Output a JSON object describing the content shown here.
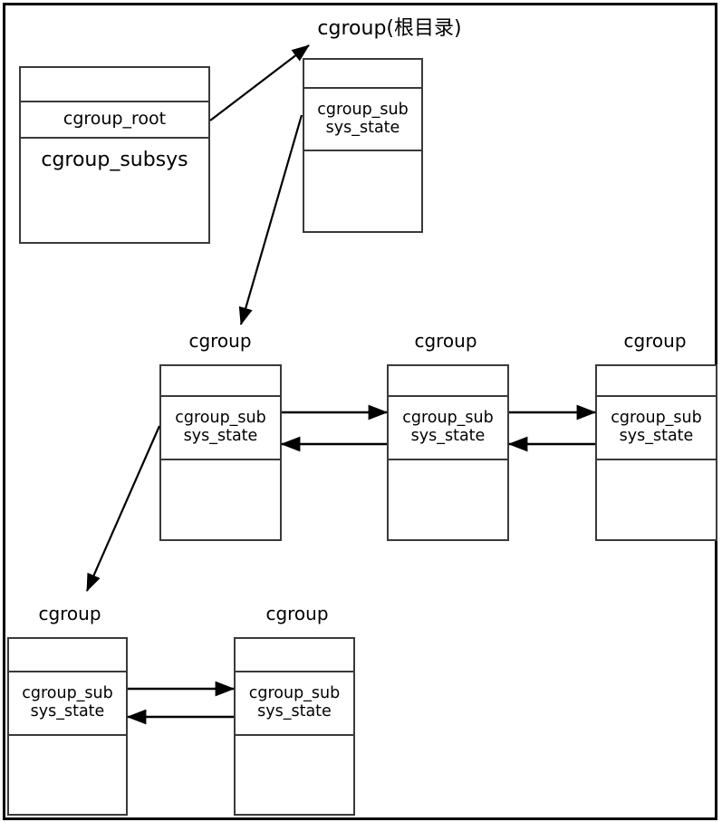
{
  "diagram": {
    "title": "cgroup(根目录)",
    "node_label": "cgroup",
    "stroke_color": "#000000",
    "box_border_color": "#3a3a3a",
    "background": "#ffffff",
    "root_struct": {
      "caption": "",
      "rows": [
        {
          "text": "",
          "empty": true
        },
        {
          "text": "cgroup_root",
          "size": "mid"
        },
        {
          "text": "cgroup_subsys",
          "size": "big"
        },
        {
          "text": "",
          "empty": true
        }
      ]
    },
    "cgroup_cell_text": "cgroup_sub\nsys_state",
    "nodes": [
      {
        "id": "root-cgroup",
        "caption": "cgroup(根目录)",
        "rows": [
          {
            "text": "",
            "empty": true
          },
          {
            "text": "cgroup_sub\nsys_state",
            "size": "small"
          },
          {
            "text": "",
            "empty": true
          }
        ]
      },
      {
        "id": "mid-cgroup-1",
        "caption": "cgroup",
        "rows": [
          {
            "text": "",
            "empty": true
          },
          {
            "text": "cgroup_sub\nsys_state",
            "size": "small"
          },
          {
            "text": "",
            "empty": true
          }
        ]
      },
      {
        "id": "mid-cgroup-2",
        "caption": "cgroup",
        "rows": [
          {
            "text": "",
            "empty": true
          },
          {
            "text": "cgroup_sub\nsys_state",
            "size": "small"
          },
          {
            "text": "",
            "empty": true
          }
        ]
      },
      {
        "id": "mid-cgroup-3",
        "caption": "cgroup",
        "rows": [
          {
            "text": "",
            "empty": true
          },
          {
            "text": "cgroup_sub\nsys_state",
            "size": "small"
          },
          {
            "text": "",
            "empty": true
          }
        ]
      },
      {
        "id": "bottom-cgroup-1",
        "caption": "cgroup",
        "rows": [
          {
            "text": "",
            "empty": true
          },
          {
            "text": "cgroup_sub\nsys_state",
            "size": "small"
          },
          {
            "text": "",
            "empty": true
          }
        ]
      },
      {
        "id": "bottom-cgroup-2",
        "caption": "cgroup",
        "rows": [
          {
            "text": "",
            "empty": true
          },
          {
            "text": "cgroup_sub\nsys_state",
            "size": "small"
          },
          {
            "text": "",
            "empty": true
          }
        ]
      }
    ],
    "edges": [
      {
        "name": "root-to-root-cgroup",
        "from": "cgroup_root",
        "to": "cgroup(根目录)"
      },
      {
        "name": "root-cgroup-to-child",
        "from": "cgroup(根目录)",
        "to": "cgroup"
      },
      {
        "name": "mid1-to-bottom1",
        "from": "cgroup",
        "to": "cgroup"
      },
      {
        "name": "mid1-to-mid2",
        "from": "cgroup",
        "to": "cgroup"
      },
      {
        "name": "mid2-to-mid1",
        "from": "cgroup",
        "to": "cgroup"
      },
      {
        "name": "mid2-to-mid3",
        "from": "cgroup",
        "to": "cgroup"
      },
      {
        "name": "mid3-to-mid2",
        "from": "cgroup",
        "to": "cgroup"
      },
      {
        "name": "bottom1-to-bottom2",
        "from": "cgroup",
        "to": "cgroup"
      },
      {
        "name": "bottom2-to-bottom1",
        "from": "cgroup",
        "to": "cgroup"
      }
    ]
  }
}
